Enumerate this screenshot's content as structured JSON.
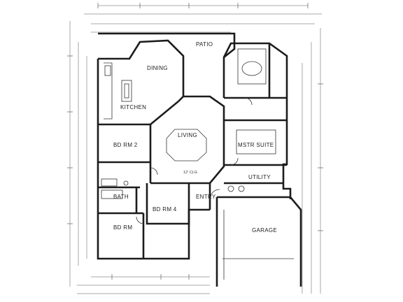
{
  "rooms": {
    "patio": "PATIO",
    "dining": "DINING",
    "kitchen": "KITCHEN",
    "living": "LIVING",
    "bed_rm_2": "BD RM 2",
    "mstr_suite": "MSTR SUITE",
    "utility": "UTILITY",
    "bath": "BATH",
    "bed_rm_4": "BD RM 4",
    "entry": "ENTRY",
    "bed_rm_3": "BD RM",
    "garage": "GARAGE"
  },
  "notes": {
    "ceiling": "12' CLG"
  },
  "colors": {
    "ink": "#1c1c1c",
    "paper": "#ffffff"
  }
}
